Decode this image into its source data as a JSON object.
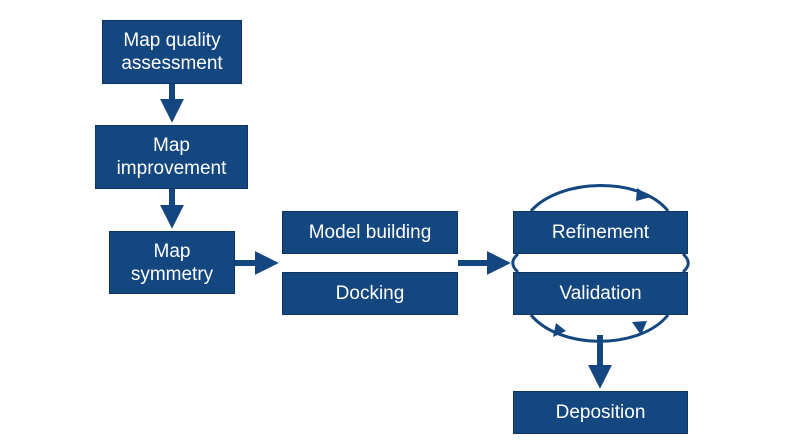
{
  "colors": {
    "box": "#14477f",
    "text": "#ffffff",
    "arrow": "#14477f"
  },
  "nodes": [
    {
      "id": "map-quality-assessment",
      "label": "Map quality\nassessment"
    },
    {
      "id": "map-improvement",
      "label": "Map\nimprovement"
    },
    {
      "id": "map-symmetry",
      "label": "Map\nsymmetry"
    },
    {
      "id": "model-building",
      "label": "Model building"
    },
    {
      "id": "docking",
      "label": "Docking"
    },
    {
      "id": "refinement",
      "label": "Refinement"
    },
    {
      "id": "validation",
      "label": "Validation"
    },
    {
      "id": "deposition",
      "label": "Deposition"
    }
  ],
  "edges": [
    {
      "from": "map-quality-assessment",
      "to": "map-improvement"
    },
    {
      "from": "map-improvement",
      "to": "map-symmetry"
    },
    {
      "from": "map-symmetry",
      "to": "model-building"
    },
    {
      "from": "map-symmetry",
      "to": "docking"
    },
    {
      "from": "model-building",
      "to": "refinement"
    },
    {
      "from": "docking",
      "to": "validation"
    },
    {
      "from": "refinement",
      "to": "validation",
      "style": "cycle"
    },
    {
      "from": "validation",
      "to": "deposition"
    }
  ]
}
